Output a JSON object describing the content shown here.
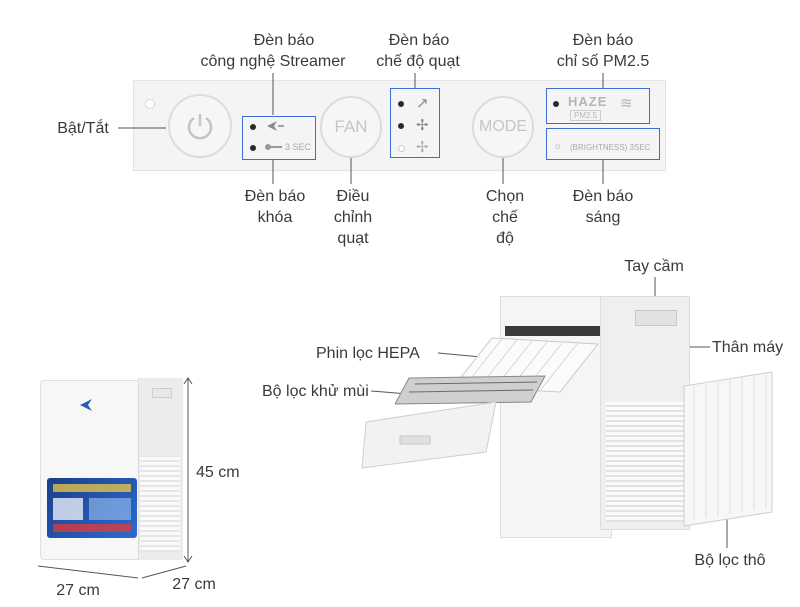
{
  "labels": {
    "streamer_indicator": [
      "Đèn báo",
      "công nghệ Streamer"
    ],
    "fan_mode_indicator": [
      "Đèn báo",
      "chế độ quạt"
    ],
    "pm25_indicator": [
      "Đèn báo",
      "chỉ số PM2.5"
    ],
    "power": "Bật/Tắt",
    "lock_indicator": [
      "Đèn báo",
      "khóa"
    ],
    "fan_adjust": [
      "Điều",
      "chỉnh",
      "quạt"
    ],
    "mode_select": [
      "Chọn",
      "chế",
      "độ"
    ],
    "light_indicator": [
      "Đèn báo",
      "sáng"
    ],
    "handle": "Tay cầm",
    "body": "Thân máy",
    "hepa": "Phin lọc HEPA",
    "deodor": "Bộ lọc khử mùi",
    "prefilter": "Bộ lọc thô",
    "height": "45 cm",
    "width": "27 cm",
    "depth": "27 cm"
  },
  "panel": {
    "fan_button": "FAN",
    "mode_button": "MODE",
    "lock_text": "3 SEC",
    "haze_text": "HAZE",
    "pm_text": "PM2.5",
    "brightness_text": "(BRIGHTNESS) 3SEC"
  },
  "colors": {
    "accent": "#3d6fd6",
    "panel": "#f4f4f4"
  }
}
